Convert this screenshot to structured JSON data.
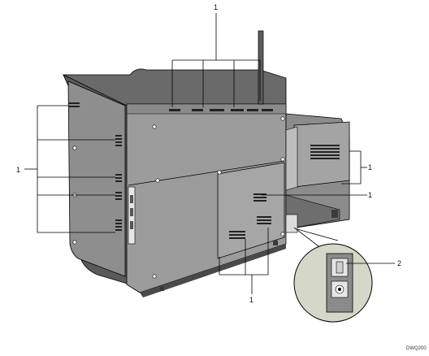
{
  "figure": {
    "callouts": {
      "top": "1",
      "left": "1",
      "right_upper": "1",
      "right_middle": "1",
      "bottom": "1",
      "switch": "2"
    },
    "figure_code": "DWQ200"
  },
  "colors": {
    "body_dark": "#3f3f3f",
    "body_mid": "#7c7c7c",
    "body_light": "#a9a9a9",
    "panel": "#9a9a9a",
    "inset_bg": "#d5d7c9",
    "line": "#000000"
  }
}
